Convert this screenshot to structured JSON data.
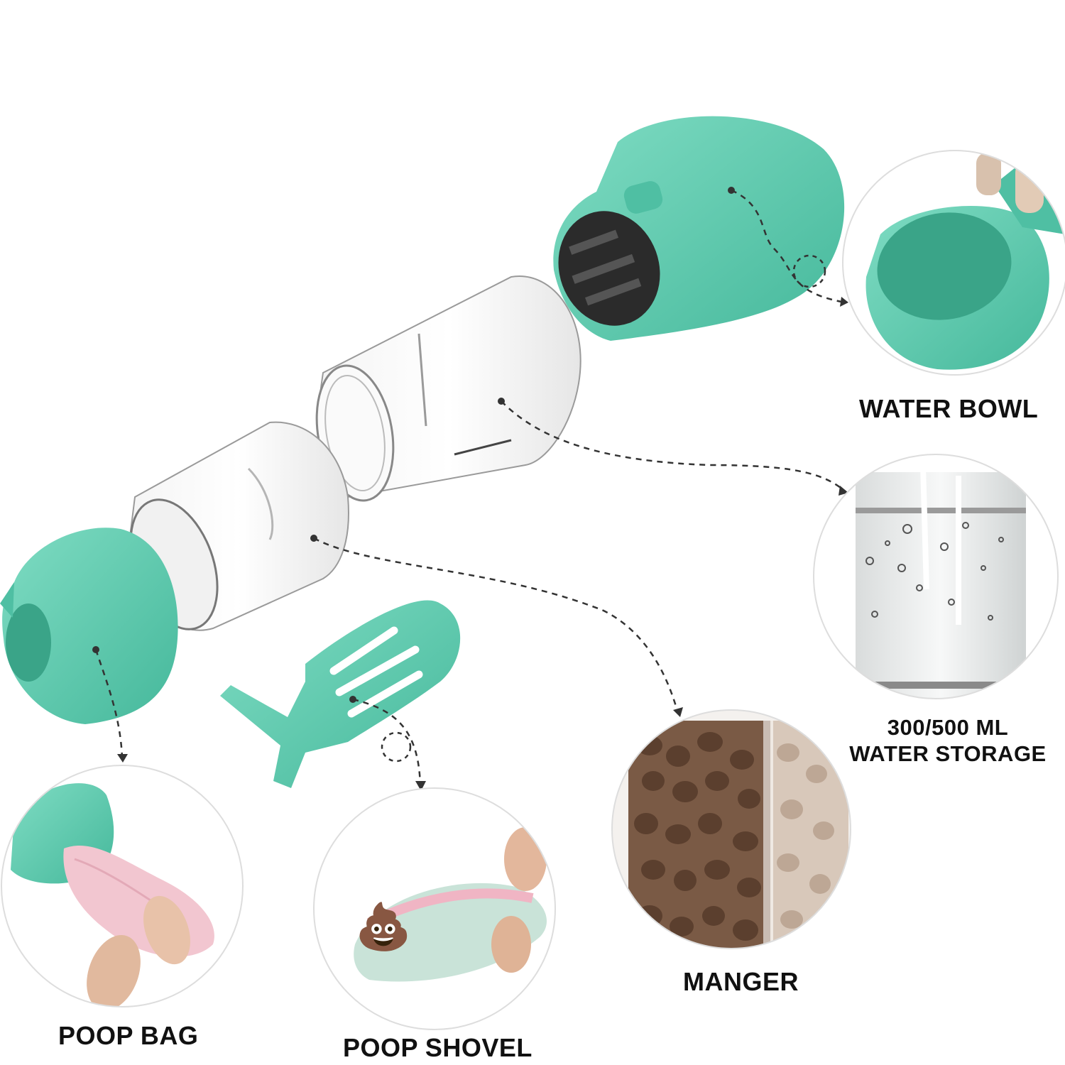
{
  "labels": {
    "water_bowl": "WATER BOWL",
    "water_storage_line1": "300/500 ML",
    "water_storage_line2": "WATER STORAGE",
    "manger": "MANGER",
    "poop_bag": "POOP BAG",
    "poop_shovel": "POOP SHOVEL"
  },
  "icons": {
    "poop_emoji": "💩"
  },
  "colors": {
    "product_mint": "#5fcdb2",
    "product_mint_dark": "#3fae93",
    "text": "#111111",
    "dashed_line": "#333333",
    "circle_outline": "#d9d9d9"
  }
}
